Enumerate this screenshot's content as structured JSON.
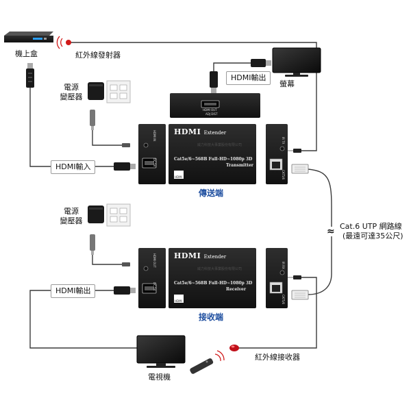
{
  "labels": {
    "settop_box": "機上盒",
    "ir_transmitter": "紅外線發射器",
    "monitor": "螢幕",
    "hdmi_out_top": "HDMI輸出",
    "power_adapter_top_1": "電源",
    "power_adapter_top_2": "變壓器",
    "hdmi_in": "HDMI輸入",
    "sender": "傳送端",
    "cable_1": "Cat.6 UTP 網路線",
    "cable_2": "(最遠可達35公尺)",
    "approx_symbol": "≈",
    "power_adapter_bottom_1": "電源",
    "power_adapter_bottom_2": "變壓器",
    "hdmi_out_bottom": "HDMI輸出",
    "receiver": "接收端",
    "ir_receiver": "紅外線接收器",
    "tv": "電視機"
  },
  "devices": {
    "transmitter": {
      "brand": "HDMI",
      "brand_suffix": "Extender",
      "model_line_1": "Cat5e/6~568B Full-HD~1080p 3D",
      "model_line_2": "Transmitter",
      "sticker": "HDMI",
      "side_label": "HDMI IN",
      "ir_label": "IR TX",
      "lan_label": "CAT5/6",
      "power_label": "DC 5V",
      "watermark": "威力科技大事業股份有限公司"
    },
    "receiver": {
      "brand": "HDMI",
      "brand_suffix": "Extender",
      "model_line_1": "Cat5e/6~568B Full-HD~1080p 3D",
      "model_line_2": "Receiver",
      "sticker": "HDMI",
      "side_label": "HDMI OUT",
      "ir_label": "IR RX",
      "lan_label": "CAT5/6",
      "power_label": "DC 5V",
      "watermark": "威力科技大事業股份有限公司"
    },
    "back_panel": {
      "port_label": "HDMI OUT",
      "bottom_label": "ADJ DIST"
    }
  },
  "colors": {
    "device_body": "#1a1a1a",
    "label_blue": "#1f4fa0",
    "ir_red": "#d11a1a",
    "cable": "#333333"
  }
}
